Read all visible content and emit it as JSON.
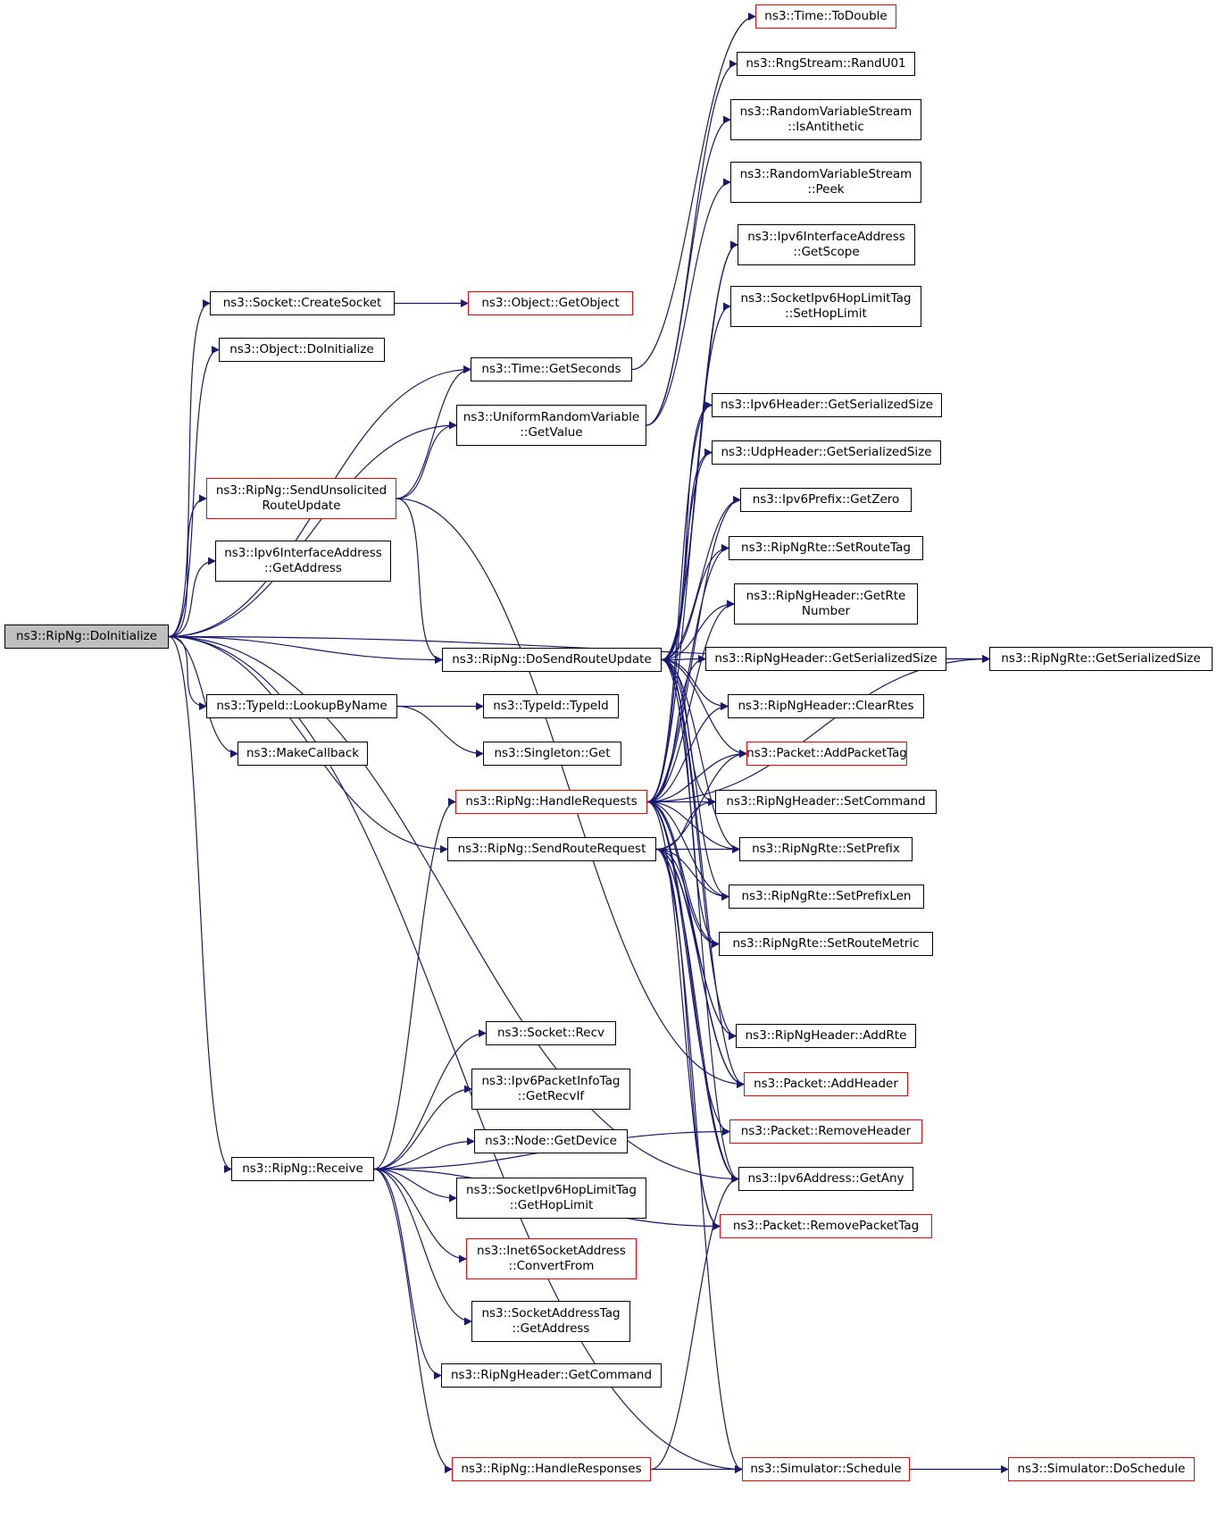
{
  "diagram": {
    "type": "call-graph",
    "colors": {
      "edge": "#191970",
      "node_border": "#000000",
      "node_border_highlight": "#ff0000",
      "root_fill": "#bfbfbf"
    },
    "nodes": [
      {
        "id": "doinit",
        "lines": [
          "ns3::RipNg::DoInitialize"
        ],
        "red": false,
        "root": true
      },
      {
        "id": "createsocket",
        "lines": [
          "ns3::Socket::CreateSocket"
        ],
        "red": false
      },
      {
        "id": "getobject",
        "lines": [
          "ns3::Object::GetObject"
        ],
        "red": true
      },
      {
        "id": "objdoinit",
        "lines": [
          "ns3::Object::DoInitialize"
        ],
        "red": false
      },
      {
        "id": "getseconds",
        "lines": [
          "ns3::Time::GetSeconds"
        ],
        "red": false
      },
      {
        "id": "urvgetvalue",
        "lines": [
          "ns3::UniformRandomVariable",
          "::GetValue"
        ],
        "red": false
      },
      {
        "id": "sendunsol",
        "lines": [
          "ns3::RipNg::SendUnsolicited",
          "RouteUpdate"
        ],
        "red": true
      },
      {
        "id": "ifgetaddress",
        "lines": [
          "ns3::Ipv6InterfaceAddress",
          "::GetAddress"
        ],
        "red": false
      },
      {
        "id": "dosendroute",
        "lines": [
          "ns3::RipNg::DoSendRouteUpdate"
        ],
        "red": false
      },
      {
        "id": "lookupbyname",
        "lines": [
          "ns3::TypeId::LookupByName"
        ],
        "red": false
      },
      {
        "id": "typeid",
        "lines": [
          "ns3::TypeId::TypeId"
        ],
        "red": false
      },
      {
        "id": "singleton",
        "lines": [
          "ns3::Singleton::Get"
        ],
        "red": false
      },
      {
        "id": "makecallback",
        "lines": [
          "ns3::MakeCallback"
        ],
        "red": false
      },
      {
        "id": "handlereq",
        "lines": [
          "ns3::RipNg::HandleRequests"
        ],
        "red": true
      },
      {
        "id": "sendroutereq",
        "lines": [
          "ns3::RipNg::SendRouteRequest"
        ],
        "red": false
      },
      {
        "id": "socketrecv",
        "lines": [
          "ns3::Socket::Recv"
        ],
        "red": false
      },
      {
        "id": "pktinfogetrecvif",
        "lines": [
          "ns3::Ipv6PacketInfoTag",
          "::GetRecvIf"
        ],
        "red": false
      },
      {
        "id": "nodegetdevice",
        "lines": [
          "ns3::Node::GetDevice"
        ],
        "red": false
      },
      {
        "id": "gethoplimit",
        "lines": [
          "ns3::SocketIpv6HopLimitTag",
          "::GetHopLimit"
        ],
        "red": false
      },
      {
        "id": "convertfrom",
        "lines": [
          "ns3::Inet6SocketAddress",
          "::ConvertFrom"
        ],
        "red": true
      },
      {
        "id": "satgetaddress",
        "lines": [
          "ns3::SocketAddressTag",
          "::GetAddress"
        ],
        "red": false
      },
      {
        "id": "getcommand",
        "lines": [
          "ns3::RipNgHeader::GetCommand"
        ],
        "red": false
      },
      {
        "id": "receive",
        "lines": [
          "ns3::RipNg::Receive"
        ],
        "red": false
      },
      {
        "id": "handleresp",
        "lines": [
          "ns3::RipNg::HandleResponses"
        ],
        "red": true
      },
      {
        "id": "todouble",
        "lines": [
          "ns3::Time::ToDouble"
        ],
        "red": true
      },
      {
        "id": "randu01",
        "lines": [
          "ns3::RngStream::RandU01"
        ],
        "red": false
      },
      {
        "id": "isantithetic",
        "lines": [
          "ns3::RandomVariableStream",
          "::IsAntithetic"
        ],
        "red": false
      },
      {
        "id": "peek",
        "lines": [
          "ns3::RandomVariableStream",
          "::Peek"
        ],
        "red": false
      },
      {
        "id": "getscope",
        "lines": [
          "ns3::Ipv6InterfaceAddress",
          "::GetScope"
        ],
        "red": false
      },
      {
        "id": "sethoplimit",
        "lines": [
          "ns3::SocketIpv6HopLimitTag",
          "::SetHopLimit"
        ],
        "red": false
      },
      {
        "id": "ipv6hdrsize",
        "lines": [
          "ns3::Ipv6Header::GetSerializedSize"
        ],
        "red": false
      },
      {
        "id": "udphdrsize",
        "lines": [
          "ns3::UdpHeader::GetSerializedSize"
        ],
        "red": false
      },
      {
        "id": "prefixgetzero",
        "lines": [
          "ns3::Ipv6Prefix::GetZero"
        ],
        "red": false
      },
      {
        "id": "setroutetag",
        "lines": [
          "ns3::RipNgRte::SetRouteTag"
        ],
        "red": false
      },
      {
        "id": "getrtenumber",
        "lines": [
          "ns3::RipNgHeader::GetRte",
          "Number"
        ],
        "red": false
      },
      {
        "id": "riphdrsize",
        "lines": [
          "ns3::RipNgHeader::GetSerializedSize"
        ],
        "red": false
      },
      {
        "id": "rtesize",
        "lines": [
          "ns3::RipNgRte::GetSerializedSize"
        ],
        "red": false
      },
      {
        "id": "clearrtes",
        "lines": [
          "ns3::RipNgHeader::ClearRtes"
        ],
        "red": false
      },
      {
        "id": "addpackettag",
        "lines": [
          "ns3::Packet::AddPacketTag"
        ],
        "red": true
      },
      {
        "id": "setcommand",
        "lines": [
          "ns3::RipNgHeader::SetCommand"
        ],
        "red": false
      },
      {
        "id": "setprefix",
        "lines": [
          "ns3::RipNgRte::SetPrefix"
        ],
        "red": false
      },
      {
        "id": "setprefixlen",
        "lines": [
          "ns3::RipNgRte::SetPrefixLen"
        ],
        "red": false
      },
      {
        "id": "setroutemetric",
        "lines": [
          "ns3::RipNgRte::SetRouteMetric"
        ],
        "red": false
      },
      {
        "id": "addrte",
        "lines": [
          "ns3::RipNgHeader::AddRte"
        ],
        "red": false
      },
      {
        "id": "addheader",
        "lines": [
          "ns3::Packet::AddHeader"
        ],
        "red": true
      },
      {
        "id": "removeheader",
        "lines": [
          "ns3::Packet::RemoveHeader"
        ],
        "red": true
      },
      {
        "id": "ipv6getany",
        "lines": [
          "ns3::Ipv6Address::GetAny"
        ],
        "red": false
      },
      {
        "id": "removepackettag",
        "lines": [
          "ns3::Packet::RemovePacketTag"
        ],
        "red": true
      },
      {
        "id": "schedule",
        "lines": [
          "ns3::Simulator::Schedule"
        ],
        "red": true
      },
      {
        "id": "doschedule",
        "lines": [
          "ns3::Simulator::DoSchedule"
        ],
        "red": true
      }
    ],
    "edges": [
      [
        "doinit",
        "createsocket"
      ],
      [
        "doinit",
        "objdoinit"
      ],
      [
        "doinit",
        "getseconds"
      ],
      [
        "doinit",
        "urvgetvalue"
      ],
      [
        "doinit",
        "sendunsol"
      ],
      [
        "doinit",
        "ifgetaddress"
      ],
      [
        "doinit",
        "rtesize"
      ],
      [
        "doinit",
        "dosendroute"
      ],
      [
        "doinit",
        "lookupbyname"
      ],
      [
        "doinit",
        "makecallback"
      ],
      [
        "doinit",
        "sendroutereq"
      ],
      [
        "doinit",
        "ipv6getany"
      ],
      [
        "doinit",
        "receive"
      ],
      [
        "doinit",
        "schedule"
      ],
      [
        "createsocket",
        "getobject"
      ],
      [
        "getseconds",
        "todouble"
      ],
      [
        "urvgetvalue",
        "randu01"
      ],
      [
        "urvgetvalue",
        "isantithetic"
      ],
      [
        "urvgetvalue",
        "peek"
      ],
      [
        "sendunsol",
        "getseconds"
      ],
      [
        "sendunsol",
        "urvgetvalue"
      ],
      [
        "sendunsol",
        "dosendroute"
      ],
      [
        "sendunsol",
        "addheader"
      ],
      [
        "lookupbyname",
        "typeid"
      ],
      [
        "lookupbyname",
        "singleton"
      ],
      [
        "dosendroute",
        "getscope"
      ],
      [
        "dosendroute",
        "sethoplimit"
      ],
      [
        "dosendroute",
        "ipv6hdrsize"
      ],
      [
        "dosendroute",
        "udphdrsize"
      ],
      [
        "dosendroute",
        "prefixgetzero"
      ],
      [
        "dosendroute",
        "setroutetag"
      ],
      [
        "dosendroute",
        "getrtenumber"
      ],
      [
        "dosendroute",
        "riphdrsize"
      ],
      [
        "dosendroute",
        "clearrtes"
      ],
      [
        "dosendroute",
        "addpackettag"
      ],
      [
        "dosendroute",
        "setcommand"
      ],
      [
        "dosendroute",
        "setprefix"
      ],
      [
        "dosendroute",
        "setprefixlen"
      ],
      [
        "dosendroute",
        "setroutemetric"
      ],
      [
        "dosendroute",
        "addrte"
      ],
      [
        "dosendroute",
        "addheader"
      ],
      [
        "dosendroute",
        "ipv6getany"
      ],
      [
        "riphdrsize",
        "rtesize"
      ],
      [
        "handlereq",
        "getscope"
      ],
      [
        "handlereq",
        "ipv6hdrsize"
      ],
      [
        "handlereq",
        "udphdrsize"
      ],
      [
        "handlereq",
        "prefixgetzero"
      ],
      [
        "handlereq",
        "setroutetag"
      ],
      [
        "handlereq",
        "getrtenumber"
      ],
      [
        "handlereq",
        "riphdrsize"
      ],
      [
        "handlereq",
        "clearrtes"
      ],
      [
        "handlereq",
        "addpackettag"
      ],
      [
        "handlereq",
        "setcommand"
      ],
      [
        "handlereq",
        "setprefix"
      ],
      [
        "handlereq",
        "setprefixlen"
      ],
      [
        "handlereq",
        "setroutemetric"
      ],
      [
        "handlereq",
        "rtesize"
      ],
      [
        "handlereq",
        "addrte"
      ],
      [
        "handlereq",
        "addheader"
      ],
      [
        "handlereq",
        "removeheader"
      ],
      [
        "handlereq",
        "ipv6getany"
      ],
      [
        "handlereq",
        "removepackettag"
      ],
      [
        "sendroutereq",
        "addpackettag"
      ],
      [
        "sendroutereq",
        "setcommand"
      ],
      [
        "sendroutereq",
        "setprefix"
      ],
      [
        "sendroutereq",
        "setprefixlen"
      ],
      [
        "sendroutereq",
        "setroutemetric"
      ],
      [
        "sendroutereq",
        "addrte"
      ],
      [
        "sendroutereq",
        "addheader"
      ],
      [
        "sendroutereq",
        "ipv6getany"
      ],
      [
        "sendroutereq",
        "removepackettag"
      ],
      [
        "sendroutereq",
        "schedule"
      ],
      [
        "receive",
        "socketrecv"
      ],
      [
        "receive",
        "pktinfogetrecvif"
      ],
      [
        "receive",
        "nodegetdevice"
      ],
      [
        "receive",
        "gethoplimit"
      ],
      [
        "receive",
        "convertfrom"
      ],
      [
        "receive",
        "satgetaddress"
      ],
      [
        "receive",
        "getcommand"
      ],
      [
        "receive",
        "handlereq"
      ],
      [
        "receive",
        "handleresp"
      ],
      [
        "receive",
        "removeheader"
      ],
      [
        "receive",
        "removepackettag"
      ],
      [
        "handleresp",
        "schedule"
      ],
      [
        "handleresp",
        "ipv6getany"
      ],
      [
        "schedule",
        "doschedule"
      ]
    ]
  }
}
